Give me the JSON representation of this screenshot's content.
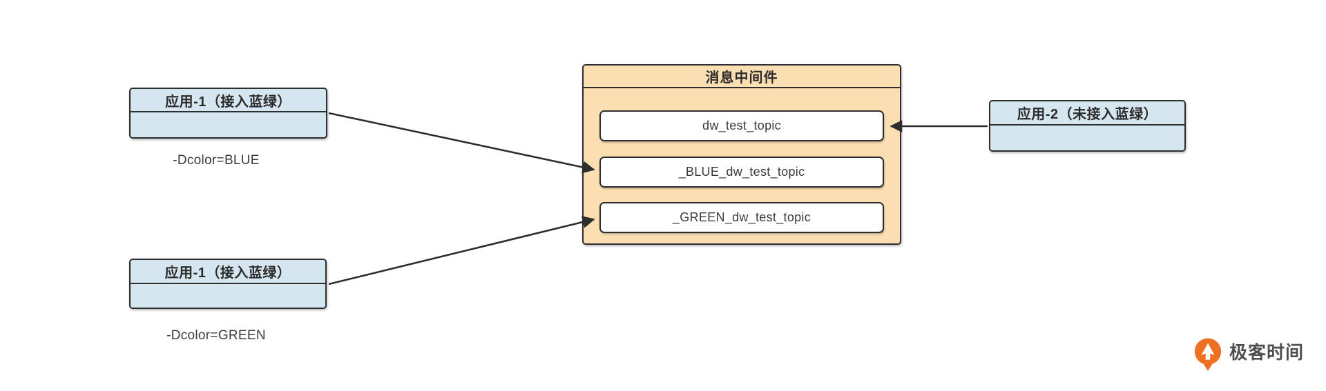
{
  "diagram": {
    "nodes": {
      "app1_blue": {
        "title": "应用-1（接入蓝绿）"
      },
      "app1_green": {
        "title": "应用-1（接入蓝绿）"
      },
      "app2": {
        "title": "应用-2（未接入蓝绿）"
      },
      "middleware": {
        "title": "消息中间件",
        "topics": [
          "dw_test_topic",
          "_BLUE_dw_test_topic",
          "_GREEN_dw_test_topic"
        ]
      }
    },
    "labels": {
      "dcolor_blue": "-Dcolor=BLUE",
      "dcolor_green": "-Dcolor=GREEN"
    },
    "edges": [
      {
        "from": "app1_blue",
        "to": "_BLUE_dw_test_topic",
        "direction": "right"
      },
      {
        "from": "app1_green",
        "to": "_GREEN_dw_test_topic",
        "direction": "right"
      },
      {
        "from": "app2",
        "to": "dw_test_topic",
        "direction": "left"
      }
    ],
    "colors": {
      "app_fill": "#d6e6f0",
      "middleware_fill": "#fbdfb2",
      "topic_fill": "#ffffff",
      "border": "#2d2d2d",
      "logo_orange": "#ee7023"
    }
  },
  "logo": {
    "text": "极客时间"
  }
}
